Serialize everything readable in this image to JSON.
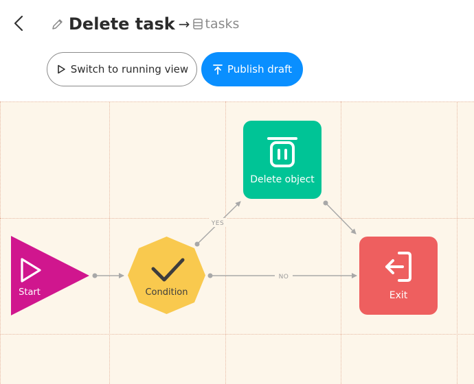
{
  "header": {
    "title": "Delete task",
    "arrow": "→",
    "target": "tasks"
  },
  "toolbar": {
    "switch_label": "Switch to running view",
    "publish_label": "Publish draft"
  },
  "workflow": {
    "start_label": "Start",
    "condition_label": "Condition",
    "delete_label": "Delete object",
    "exit_label": "Exit",
    "edge_yes": "YES",
    "edge_no": "NO"
  },
  "colors": {
    "primary": "#0a8fff",
    "canvas": "#fdf6ea",
    "start": "#d0168e",
    "condition": "#f9c94e",
    "delete": "#00c496",
    "exit": "#ee5f5f",
    "edge": "#a8a8a8"
  },
  "icons": {
    "back": "chevron-left-icon",
    "edit": "pencil-icon",
    "table": "table-icon",
    "switch": "play-icon",
    "publish": "upload-arrow-icon",
    "start": "play-icon",
    "condition": "checkmark-icon",
    "delete": "trash-icon",
    "exit": "exit-door-icon"
  }
}
